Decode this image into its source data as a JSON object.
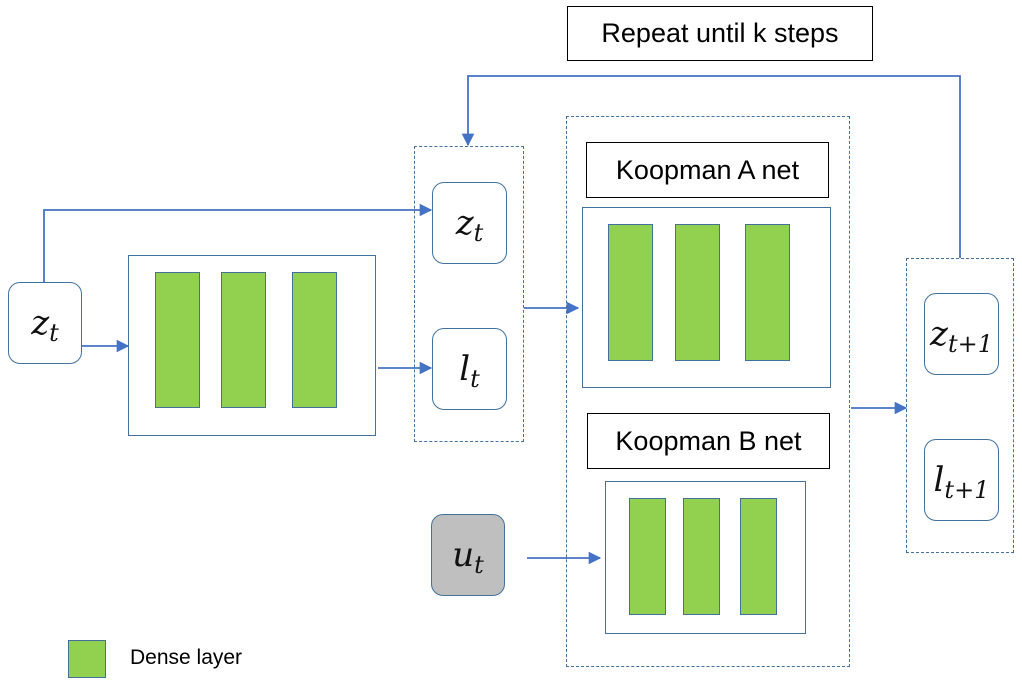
{
  "labels": {
    "repeat": "Repeat until k steps",
    "koopman_a": "Koopman  A net",
    "koopman_b": "Koopman  B net",
    "legend": "Dense layer"
  },
  "variables": {
    "z_in": {
      "main": "z",
      "sub": "t"
    },
    "z_mid": {
      "main": "z",
      "sub": "t"
    },
    "l_mid": {
      "main": "l",
      "sub": "t"
    },
    "u_in": {
      "main": "u",
      "sub": "t"
    },
    "z_out": {
      "main": "z",
      "sub": "t+1"
    },
    "l_out": {
      "main": "l",
      "sub": "t+1"
    }
  },
  "colors": {
    "dense_fill": "#92d050",
    "stroke": "#41719c",
    "control_fill": "#bfbfbf"
  }
}
